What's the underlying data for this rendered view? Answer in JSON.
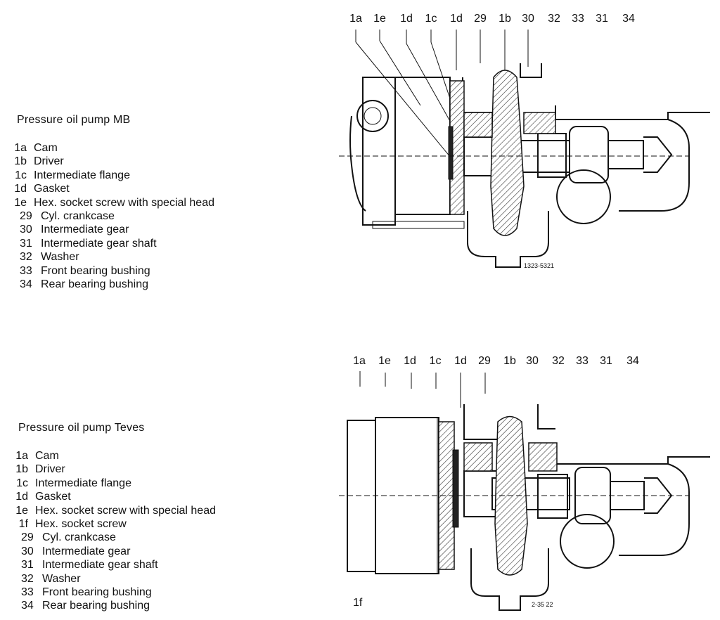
{
  "diagram_mb": {
    "title": "Pressure oil pump MB",
    "callouts": [
      "1a",
      "1e",
      "1d",
      "1c",
      "1d",
      "29",
      "1b",
      "30",
      "32",
      "33",
      "31",
      "34"
    ],
    "legend": [
      {
        "num": "1a",
        "label": "Cam"
      },
      {
        "num": "1b",
        "label": "Driver"
      },
      {
        "num": "1c",
        "label": "Intermediate flange"
      },
      {
        "num": "1d",
        "label": "Gasket"
      },
      {
        "num": "1e",
        "label": "Hex. socket screw with special head"
      },
      {
        "num": "29",
        "label": "Cyl. crankcase"
      },
      {
        "num": "30",
        "label": "Intermediate gear"
      },
      {
        "num": "31",
        "label": "Intermediate gear shaft"
      },
      {
        "num": "32",
        "label": "Washer"
      },
      {
        "num": "33",
        "label": "Front bearing bushing"
      },
      {
        "num": "34",
        "label": "Rear bearing bushing"
      }
    ],
    "ref": "1323-5321"
  },
  "diagram_teves": {
    "title": "Pressure oil pump Teves",
    "callouts": [
      "1a",
      "1e",
      "1d",
      "1c",
      "1d",
      "29",
      "1b",
      "30",
      "32",
      "33",
      "31",
      "34"
    ],
    "legend": [
      {
        "num": "1a",
        "label": "Cam"
      },
      {
        "num": "1b",
        "label": "Driver"
      },
      {
        "num": "1c",
        "label": "Intermediate flange"
      },
      {
        "num": "1d",
        "label": "Gasket"
      },
      {
        "num": "1e",
        "label": "Hex. socket screw with special head"
      },
      {
        "num": "1f",
        "label": "Hex. socket screw"
      },
      {
        "num": "29",
        "label": "Cyl. crankcase"
      },
      {
        "num": "30",
        "label": "Intermediate gear"
      },
      {
        "num": "31",
        "label": "Intermediate gear shaft"
      },
      {
        "num": "32",
        "label": "Washer"
      },
      {
        "num": "33",
        "label": "Front bearing bushing"
      },
      {
        "num": "34",
        "label": "Rear bearing bushing"
      }
    ],
    "ref": "2-35 22",
    "bottom_tag": "1f"
  }
}
